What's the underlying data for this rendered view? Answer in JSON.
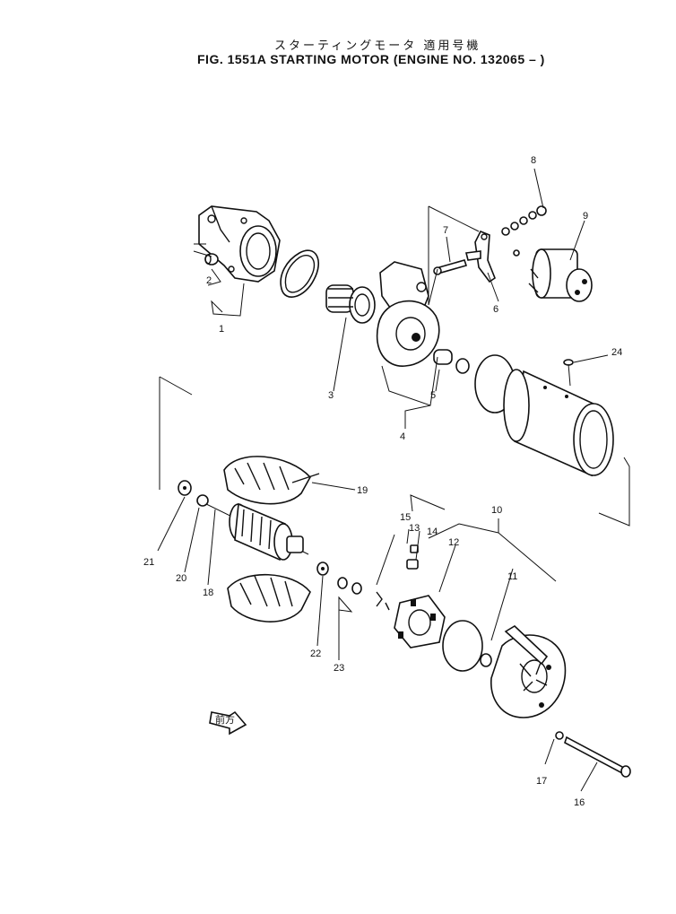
{
  "title": {
    "jp": "スターティングモータ 適用号機",
    "en": "FIG. 1551A  STARTING MOTOR (ENGINE NO. 132065 – )"
  },
  "callouts": {
    "c1": "1",
    "c2": "2",
    "c3": "3",
    "c4": "4",
    "c5": "5",
    "c6": "6",
    "c7": "7",
    "c8": "8",
    "c9": "9",
    "c10": "10",
    "c11": "11",
    "c12": "12",
    "c13": "13",
    "c14": "14",
    "c15": "15",
    "c16": "16",
    "c17": "17",
    "c18": "18",
    "c19": "19",
    "c20": "20",
    "c21": "21",
    "c22": "22",
    "c23": "23",
    "c24": "24"
  },
  "direction_tag": "前方"
}
